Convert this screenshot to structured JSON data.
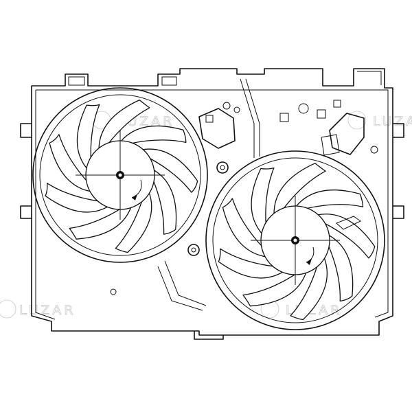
{
  "watermark": {
    "text": "LUZAR",
    "color": "#c9c9c9"
  },
  "drawing": {
    "subject": "fan-assembly-line-drawing",
    "line_color": "#111111",
    "fans": [
      {
        "id": "left-fan",
        "blades": 9
      },
      {
        "id": "right-fan",
        "blades": 9
      }
    ]
  }
}
